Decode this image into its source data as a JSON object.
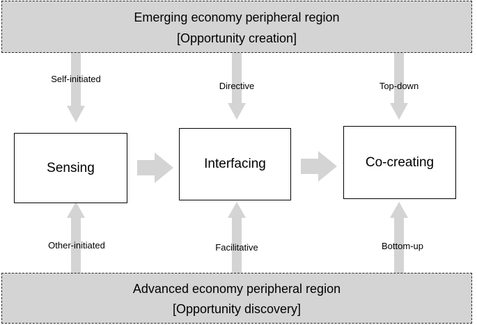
{
  "regions": {
    "top": {
      "title": "Emerging economy peripheral region",
      "subtitle": "[Opportunity creation]"
    },
    "bottom": {
      "title": "Advanced economy peripheral region",
      "subtitle": "[Opportunity discovery]"
    }
  },
  "stages": {
    "sensing": "Sensing",
    "interfacing": "Interfacing",
    "cocreating": "Co-creating"
  },
  "top_labels": {
    "sensing": "Self-initiated",
    "interfacing": "Directive",
    "cocreating": "Top-down"
  },
  "bottom_labels": {
    "sensing": "Other-initiated",
    "interfacing": "Facilitative",
    "cocreating": "Bottom-up"
  },
  "colors": {
    "arrow": "#d4d4d4",
    "region_fill": "#d4d4d4",
    "border": "#000000"
  }
}
